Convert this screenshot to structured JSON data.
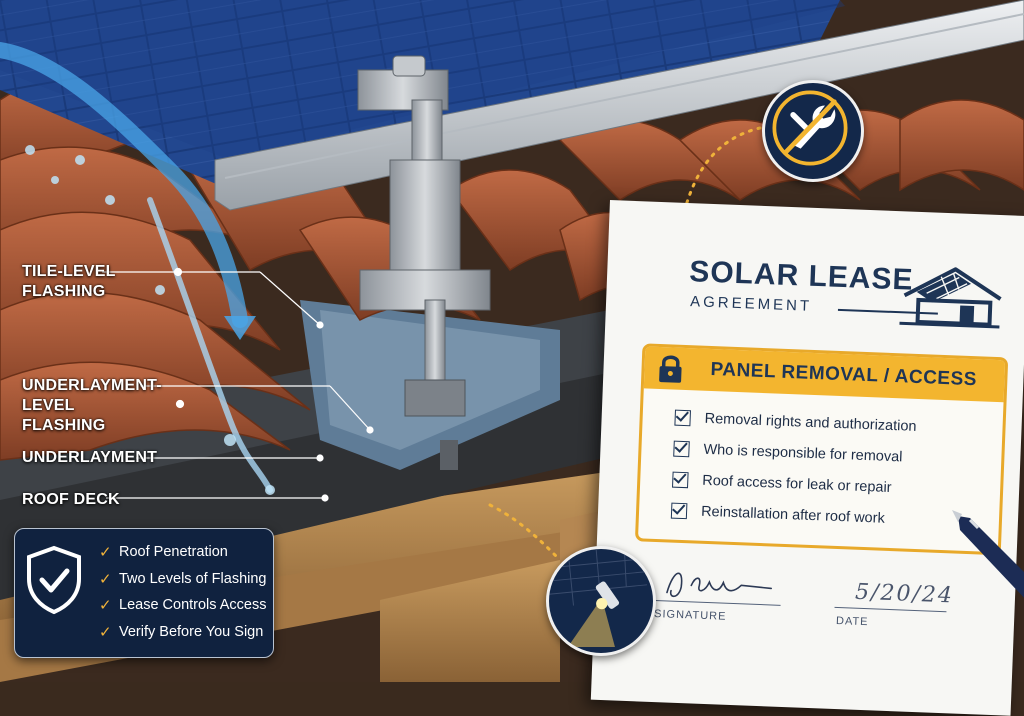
{
  "layer_labels": {
    "tile_flashing": "TILE-LEVEL FLASHING",
    "underlayment_flashing": "UNDERLAYMENT-LEVEL FLASHING",
    "underlayment": "UNDERLAYMENT",
    "roof_deck": "ROOF DECK"
  },
  "summary": {
    "icon": "shield-check-icon",
    "items": [
      "Roof Penetration",
      "Two Levels of Flashing",
      "Lease Controls Access",
      "Verify Before You Sign"
    ]
  },
  "lease": {
    "title": "SOLAR LEASE",
    "subtitle": "AGREEMENT",
    "icon": "solar-house-icon",
    "section": {
      "icon": "padlock-icon",
      "title": "PANEL REMOVAL / ACCESS",
      "items": [
        "Removal rights and authorization",
        "Who is responsible for removal",
        "Roof access for leak or repair",
        "Reinstallation after roof work"
      ]
    },
    "signature_label": "SIGNATURE",
    "date_label": "DATE",
    "date_value": "5/20/24"
  },
  "badges": [
    "no-tools-icon",
    "flashlight-inspection-icon"
  ],
  "colors": {
    "navy": "#13284a",
    "accent_gold": "#f3b52f",
    "tile": "#a8583a",
    "paper": "#f7f7f4"
  }
}
